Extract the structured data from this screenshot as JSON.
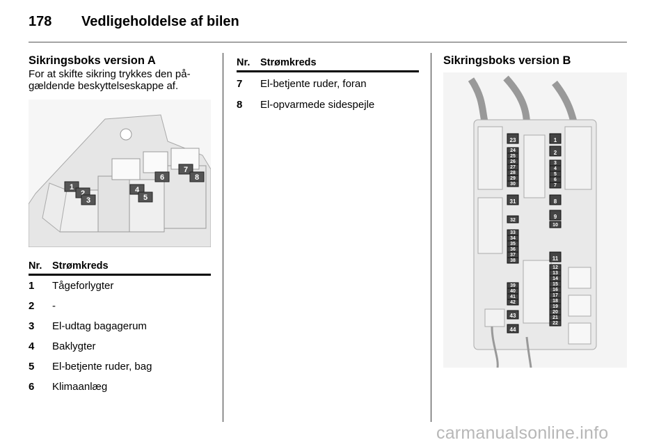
{
  "page": {
    "number": "178",
    "title": "Vedligeholdelse af bilen"
  },
  "section_a": {
    "heading": "Sikringsboks version A",
    "intro_line1": "For at skifte sikring trykkes den på-",
    "intro_line2": "gældende beskyttelseskappe af.",
    "figure_labels": [
      "1",
      "2",
      "3",
      "4",
      "5",
      "6",
      "7",
      "8"
    ]
  },
  "table1": {
    "col_nr": "Nr.",
    "col_circuit": "Strømkreds",
    "rows": [
      {
        "nr": "1",
        "circuit": "Tågeforlygter"
      },
      {
        "nr": "2",
        "circuit": "-"
      },
      {
        "nr": "3",
        "circuit": "El-udtag bagagerum"
      },
      {
        "nr": "4",
        "circuit": "Baklygter"
      },
      {
        "nr": "5",
        "circuit": "El-betjente ruder, bag"
      },
      {
        "nr": "6",
        "circuit": "Klimaanlæg"
      }
    ]
  },
  "table2": {
    "col_nr": "Nr.",
    "col_circuit": "Strømkreds",
    "rows": [
      {
        "nr": "7",
        "circuit": "El-betjente ruder, foran"
      },
      {
        "nr": "8",
        "circuit": "El-opvarmede sidespejle"
      }
    ]
  },
  "section_b": {
    "heading": "Sikringsboks version B",
    "left_labels": [
      "23",
      "24",
      "25",
      "26",
      "27",
      "28",
      "29",
      "30",
      "31",
      "32",
      "33",
      "34",
      "35",
      "36",
      "37",
      "38",
      "39",
      "40",
      "41",
      "42",
      "43",
      "44"
    ],
    "right_labels": [
      "1",
      "2",
      "3",
      "4",
      "5",
      "6",
      "7",
      "8",
      "9",
      "10",
      "11",
      "12",
      "13",
      "14",
      "15",
      "16",
      "17",
      "18",
      "19",
      "20",
      "21",
      "22"
    ]
  },
  "watermark": "carmanualsonline.info"
}
